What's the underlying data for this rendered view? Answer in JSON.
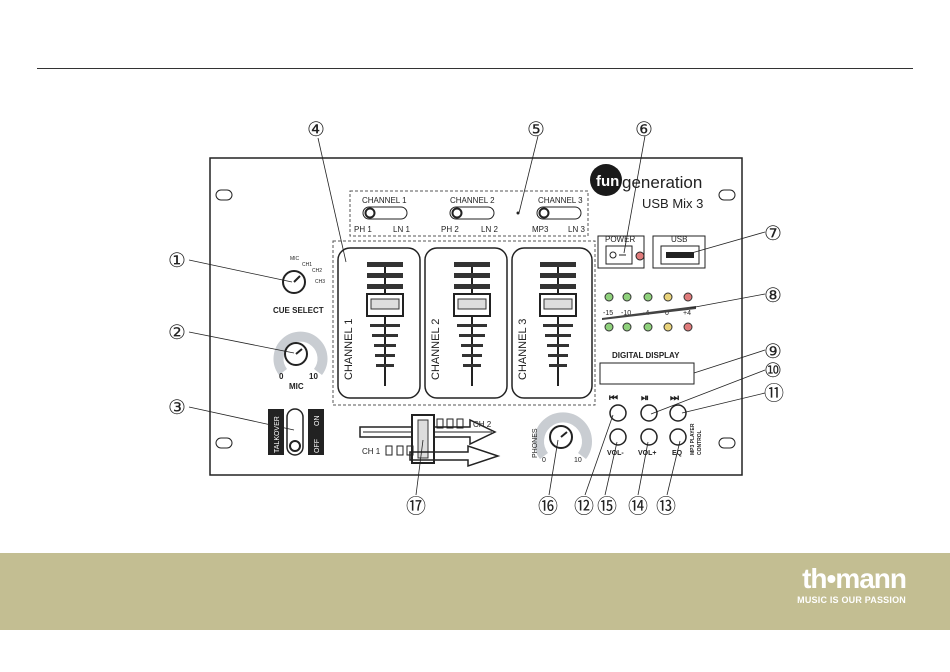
{
  "brand": {
    "logo": "th•mann",
    "tagline": "MUSIC IS OUR PASSION"
  },
  "device": {
    "maker_prefix": "fun",
    "maker_suffix": "generation",
    "model": "USB Mix 3"
  },
  "selectors": [
    {
      "title": "CHANNEL 1",
      "left": "PH 1",
      "right": "LN 1"
    },
    {
      "title": "CHANNEL 2",
      "left": "PH 2",
      "right": "LN 2"
    },
    {
      "title": "CHANNEL 3",
      "left": "MP3",
      "right": "LN 3"
    }
  ],
  "channels": [
    "CHANNEL 1",
    "CHANNEL 2",
    "CHANNEL 3"
  ],
  "power_label": "POWER",
  "usb_label": "USB",
  "meter_labels": [
    "-15",
    "-10",
    "-4",
    "0",
    "+4"
  ],
  "digital_display_label": "DIGITAL DISPLAY",
  "cue": {
    "label": "CUE SELECT",
    "positions": [
      "MIC",
      "CH1",
      "CH2",
      "CH3"
    ]
  },
  "mic": {
    "label": "MIC",
    "min": "0",
    "max": "10"
  },
  "talkover": {
    "label": "TALKOVER",
    "off": "OFF",
    "on": "ON"
  },
  "crossfader": {
    "left": "CH 1",
    "right": "CH 2"
  },
  "phones": {
    "label": "PHONES",
    "min": "0",
    "max": "10"
  },
  "player": {
    "buttons": [
      "⏮",
      "⏯",
      "⏭"
    ],
    "vol_minus": "VOL-",
    "vol_plus": "VOL+",
    "eq": "EQ",
    "control_label_1": "MP3 PLAYER",
    "control_label_2": "CONTROL"
  },
  "callouts": [
    "①",
    "②",
    "③",
    "④",
    "⑤",
    "⑥",
    "⑦",
    "⑧",
    "⑨",
    "⑩",
    "⑪",
    "⑫",
    "⑬",
    "⑭",
    "⑮",
    "⑯",
    "⑰"
  ],
  "colors": {
    "footer": "#c3be92",
    "led_green": "#8fd17c",
    "led_yellow": "#e8d27a",
    "led_red": "#e07b7b"
  }
}
